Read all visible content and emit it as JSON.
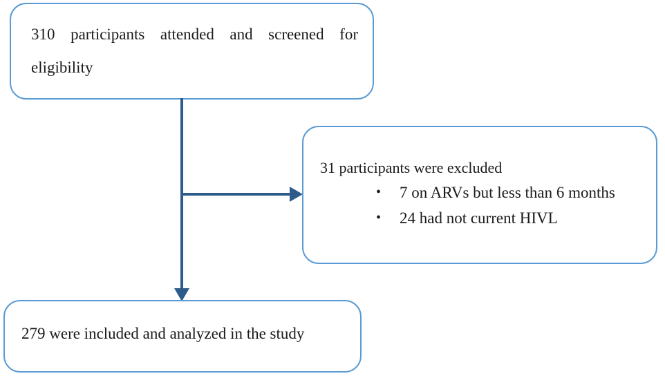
{
  "diagram": {
    "type": "participant-flow-chart",
    "colors": {
      "box_border": "#5b9bd5",
      "connector": "#2e5c8a",
      "text": "#1a1a1a",
      "background": "#ffffff"
    },
    "nodes": {
      "screened": {
        "text": "310 participants attended and screened for eligibility",
        "count": 310
      },
      "excluded": {
        "heading": "31 participants were excluded",
        "count": 31,
        "reasons": [
          {
            "bullet": "•",
            "text": "7 on ARVs but less than 6 months",
            "count": 7
          },
          {
            "bullet": "•",
            "text": "24 had not current HIVL",
            "count": 24
          }
        ]
      },
      "analyzed": {
        "text": "279 were included and analyzed in the study",
        "count": 279
      }
    },
    "connectors": [
      {
        "name": "screened-to-excluded",
        "direction": "right"
      },
      {
        "name": "screened-to-analyzed",
        "direction": "down"
      }
    ]
  }
}
